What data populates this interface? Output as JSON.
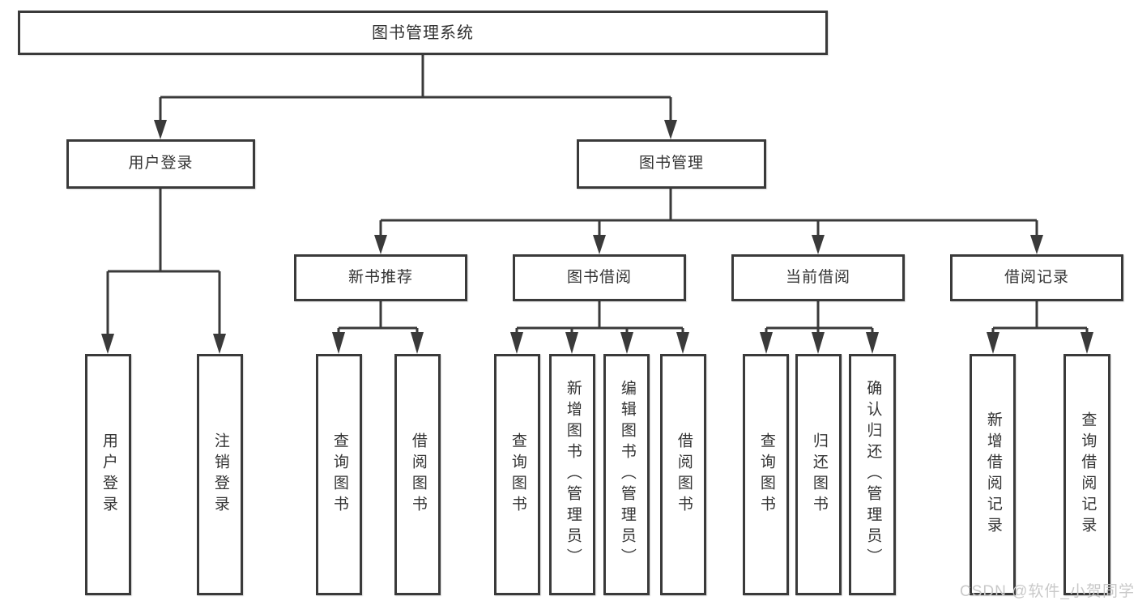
{
  "colors": {
    "line": "#3a3a3a",
    "border": "#3a3a3a",
    "text": "#333333",
    "fill": "#ffffff",
    "background": "#ffffff",
    "watermark": "#c9c9c9"
  },
  "watermark": {
    "text": "CSDN @软件_小贺同学"
  },
  "diagram": {
    "type": "tree",
    "orientation": "top-down",
    "tree": {
      "label": "图书管理系统",
      "children": [
        {
          "label": "用户登录",
          "children": [
            {
              "label": "用户登录"
            },
            {
              "label": "注销登录"
            }
          ]
        },
        {
          "label": "图书管理",
          "children": [
            {
              "label": "新书推荐",
              "children": [
                {
                  "label": "查询图书"
                },
                {
                  "label": "借阅图书"
                }
              ]
            },
            {
              "label": "图书借阅",
              "children": [
                {
                  "label": "查询图书"
                },
                {
                  "label": "新增图书（管理员）"
                },
                {
                  "label": "编辑图书（管理员）"
                },
                {
                  "label": "借阅图书"
                }
              ]
            },
            {
              "label": "当前借阅",
              "children": [
                {
                  "label": "查询图书"
                },
                {
                  "label": "归还图书"
                },
                {
                  "label": "确认归还（管理员）"
                }
              ]
            },
            {
              "label": "借阅记录",
              "children": [
                {
                  "label": "新增借阅记录"
                },
                {
                  "label": "查询借阅记录"
                }
              ]
            }
          ]
        }
      ]
    }
  }
}
